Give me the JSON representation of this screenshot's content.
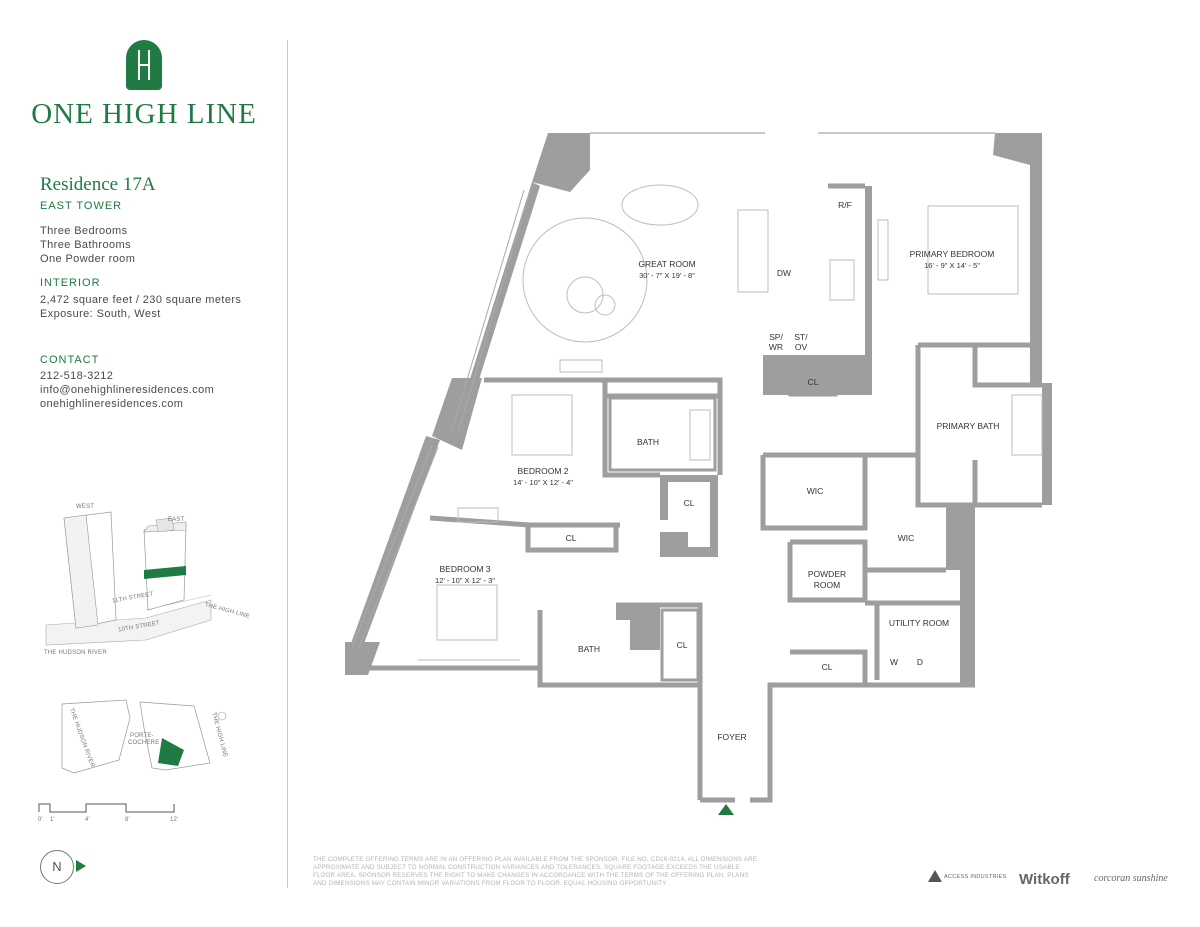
{
  "brand": {
    "name": "ONE HIGH LINE"
  },
  "residence": {
    "title": "Residence 17A",
    "tower": "EAST TOWER",
    "features": [
      "Three Bedrooms",
      "Three Bathrooms",
      "One Powder room"
    ]
  },
  "interior": {
    "heading": "INTERIOR",
    "area": "2,472 square feet / 230 square meters",
    "exposure": "Exposure: South, West"
  },
  "contact": {
    "heading": "CONTACT",
    "phone": "212-518-3212",
    "email": "info@onehighlineresidences.com",
    "website": "onehighlineresidences.com"
  },
  "key_plan": {
    "west": "WEST",
    "east": "EAST",
    "street_11": "11TH STREET",
    "street_10": "10TH STREET",
    "high_line": "THE HIGH LINE",
    "hudson": "THE HUDSON RIVER",
    "porte": "PORTE-",
    "cochere": "COCHERE",
    "hudson2": "THE HUDSON RIVER",
    "high_line2": "THE HIGH LINE"
  },
  "scale": {
    "marks": [
      "0'",
      "1'",
      "4'",
      "8'",
      "12'"
    ]
  },
  "compass": "N",
  "rooms": {
    "great_room": "GREAT ROOM",
    "great_room_dim": "30' - 7\" X 19' - 8\"",
    "primary_bedroom": "PRIMARY BEDROOM",
    "primary_bedroom_dim": "16' - 9\" X 14' - 5\"",
    "bedroom2": "BEDROOM 2",
    "bedroom2_dim": "14' - 10\" X 12' - 4\"",
    "bedroom3": "BEDROOM 3",
    "bedroom3_dim": "12' - 10\" X 12' - 3\"",
    "bath": "BATH",
    "primary_bath": "PRIMARY BATH",
    "cl": "CL",
    "wic": "WIC",
    "powder1": "POWDER",
    "powder2": "ROOM",
    "utility": "UTILITY ROOM",
    "foyer": "FOYER",
    "rf": "R/F",
    "dw": "DW",
    "sp": "SP/",
    "wr": "WR",
    "st": "ST/",
    "ov": "OV",
    "w": "W",
    "d": "D"
  },
  "disclaimer": "THE COMPLETE OFFERING TERMS ARE IN AN OFFERING PLAN AVAILABLE FROM THE SPONSOR. FILE NO. CD16-0214. ALL DIMENSIONS ARE APPROXIMATE AND SUBJECT TO NORMAL CONSTRUCTION VARIANCES AND TOLERANCES. SQUARE FOOTAGE EXCEEDS THE USABLE FLOOR AREA. SPONSOR RESERVES THE RIGHT TO MAKE CHANGES IN ACCORDANCE WITH THE TERMS OF THE OFFERING PLAN. PLANS AND DIMENSIONS MAY CONTAIN MINOR VARIATIONS FROM FLOOR TO FLOOR. EQUAL HOUSING OPPORTUNITY",
  "partners": {
    "access": "ACCESS INDUSTRIES",
    "witkoff": "Witkoff",
    "corcoran": "corcoran sunshine"
  },
  "colors": {
    "brand_green": "#1f7a44",
    "wall_gray": "#9e9e9e",
    "text": "#4a4a4a"
  }
}
